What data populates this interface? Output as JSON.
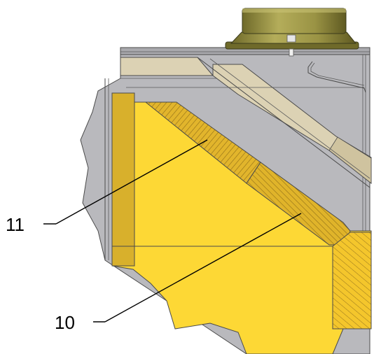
{
  "callouts": [
    {
      "id": "11",
      "label": "11"
    },
    {
      "id": "10",
      "label": "10"
    }
  ],
  "colors": {
    "housing_gray": "#b9b9bd",
    "insulation_yellow": "#fdd835",
    "insulation_dark": "#d8b02c",
    "hatch_brown": "#9c7a1e",
    "liner_beige": "#dcd2b4",
    "motor_olive": "#9c9443",
    "outline": "#4a4a4a"
  }
}
